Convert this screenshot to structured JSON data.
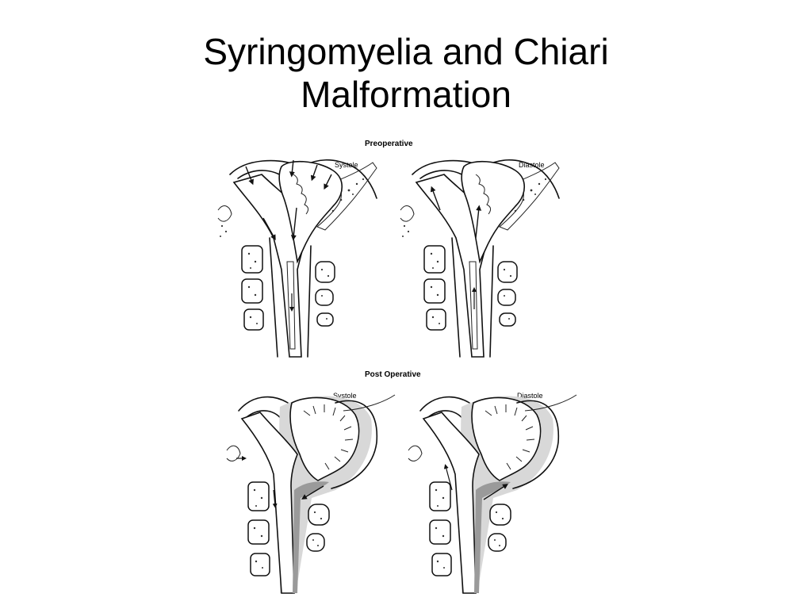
{
  "slide": {
    "title_line1": "Syringomyelia and Chiari",
    "title_line2": "Malformation"
  },
  "figure": {
    "section_top": "Preoperative",
    "section_bottom": "Post Operative",
    "panels": {
      "pre_systole": "Systole",
      "pre_diastole": "Diastole",
      "post_systole": "Systole",
      "post_diastole": "Diastole"
    }
  }
}
